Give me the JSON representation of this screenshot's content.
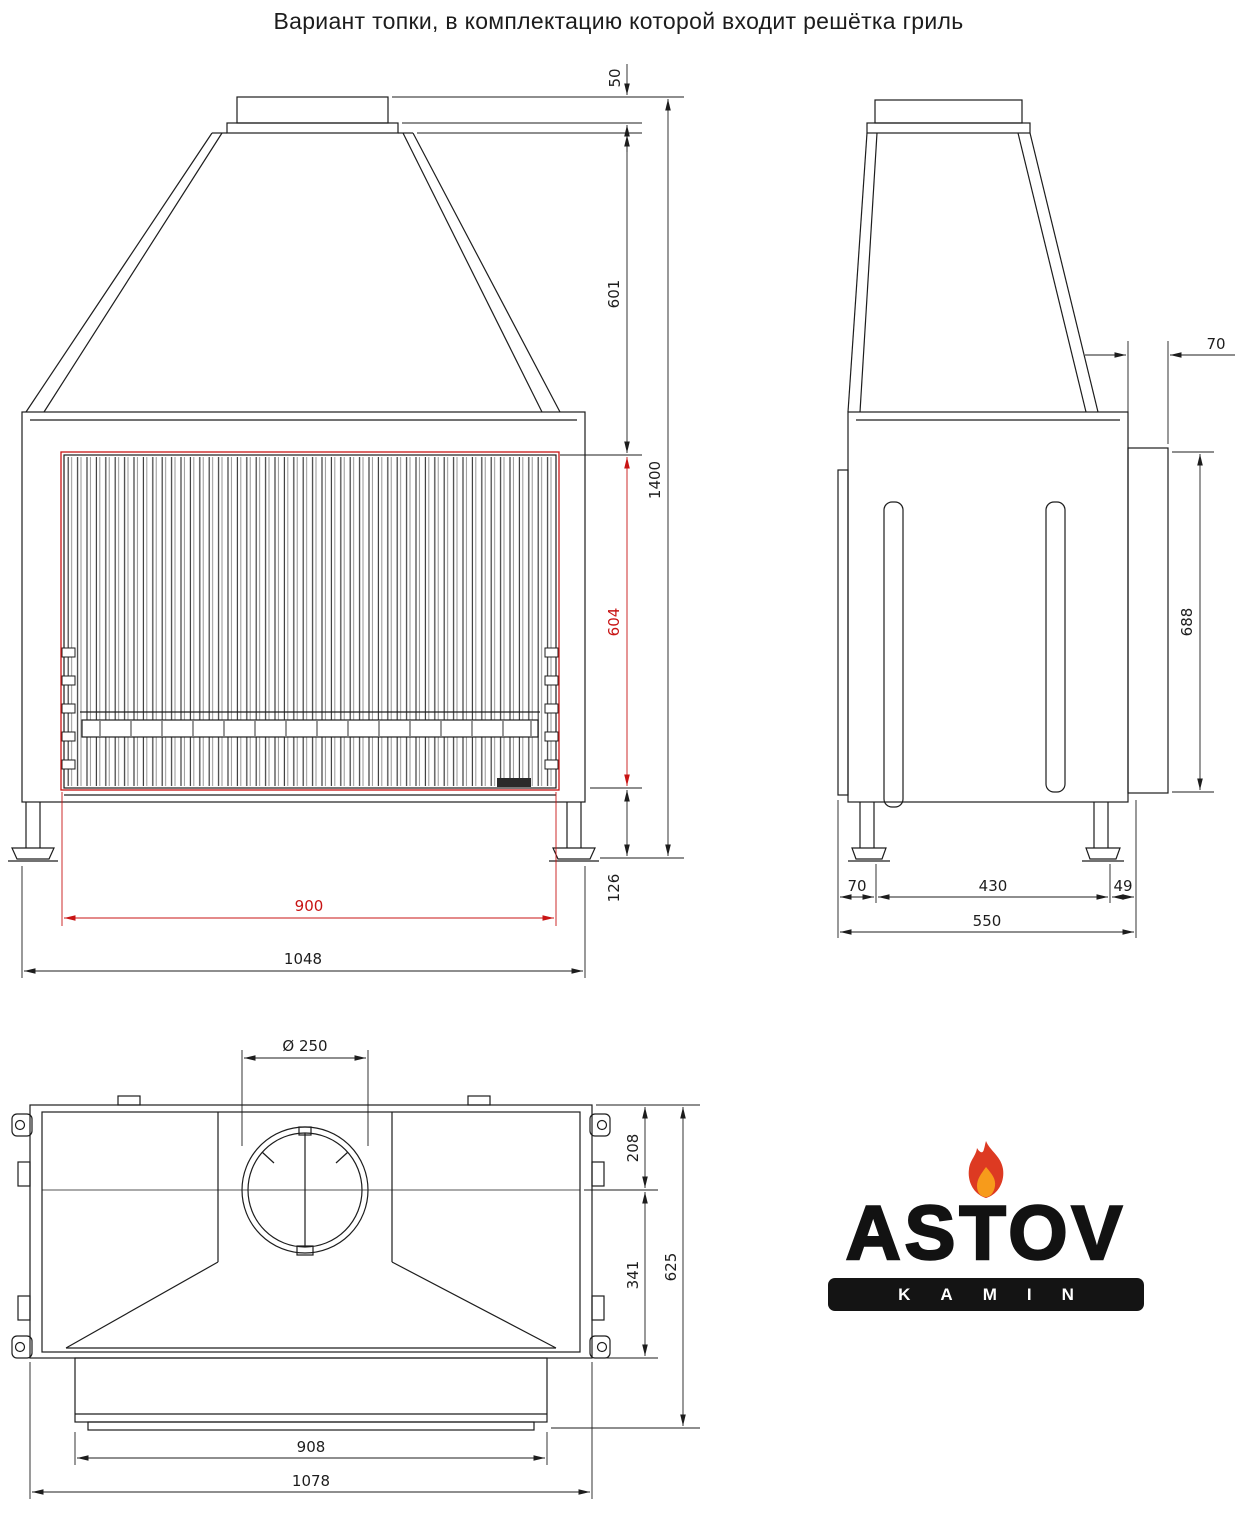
{
  "title": "Вариант топки, в комплектацию которой входит решётка гриль",
  "views": {
    "front": {
      "dims": {
        "collar_height": "50",
        "hood_height": "601",
        "total_height": "1400",
        "opening_height": "604",
        "base_height": "126",
        "opening_width": "900",
        "overall_width": "1048"
      }
    },
    "side": {
      "dims": {
        "channel_depth": "70",
        "back_height": "688",
        "front_offset": "70",
        "foot_spacing": "430",
        "rear_offset": "49",
        "overall_depth": "550"
      }
    },
    "plan": {
      "dims": {
        "flue_diameter": "Ø 250",
        "flue_center_offset": "208",
        "hood_front_depth": "341",
        "overall_depth": "625",
        "opening_width": "908",
        "overall_width": "1078"
      }
    }
  },
  "logo": {
    "brand": "ASTOV",
    "subbrand": "KAMIN"
  },
  "colors": {
    "line": "#1d1d1d",
    "dim_red": "#c81414",
    "flame_red": "#dd3a22",
    "flame_orange": "#f79b1b"
  }
}
